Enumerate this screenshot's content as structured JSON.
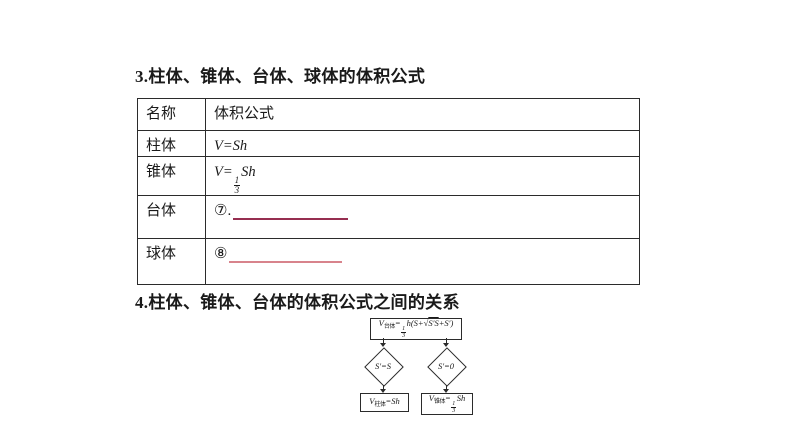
{
  "colors": {
    "text": "#1a1a1a",
    "border": "#2b2b2b",
    "underline_dark": "#962e50",
    "underline_light": "#d8838c"
  },
  "section3": {
    "title": "3.柱体、锥体、台体、球体的体积公式"
  },
  "table": {
    "header": {
      "name": "名称",
      "formula": "体积公式"
    },
    "rows": {
      "cylinder": {
        "name": "柱体",
        "formula": "V=Sh"
      },
      "cone": {
        "name": "锥体",
        "prefix": "V=",
        "frac_num": "1",
        "frac_den": "3",
        "suffix": "Sh"
      },
      "frustum": {
        "name": "台体",
        "marker": "⑦."
      },
      "sphere": {
        "name": "球体",
        "marker": "⑧"
      }
    }
  },
  "section4": {
    "title": "4.柱体、锥体、台体的体积公式之间的关系"
  },
  "flowchart": {
    "top_box": {
      "v": "V",
      "sub": "台体",
      "eq": "=",
      "frac_num": "1",
      "frac_den": "3",
      "mid": "h(S+",
      "sqrt": "√",
      "radicand": "S′S",
      "tail": "+S′)"
    },
    "diamond_left": {
      "label": "S′=S"
    },
    "diamond_right": {
      "label": "S′=0"
    },
    "box_left": {
      "v": "V",
      "sub": "柱体",
      "eq": "=",
      "tail": "Sh"
    },
    "box_right": {
      "v": "V",
      "sub": "锥体",
      "eq": "=",
      "frac_num": "1",
      "frac_den": "3",
      "tail": "Sh"
    }
  }
}
